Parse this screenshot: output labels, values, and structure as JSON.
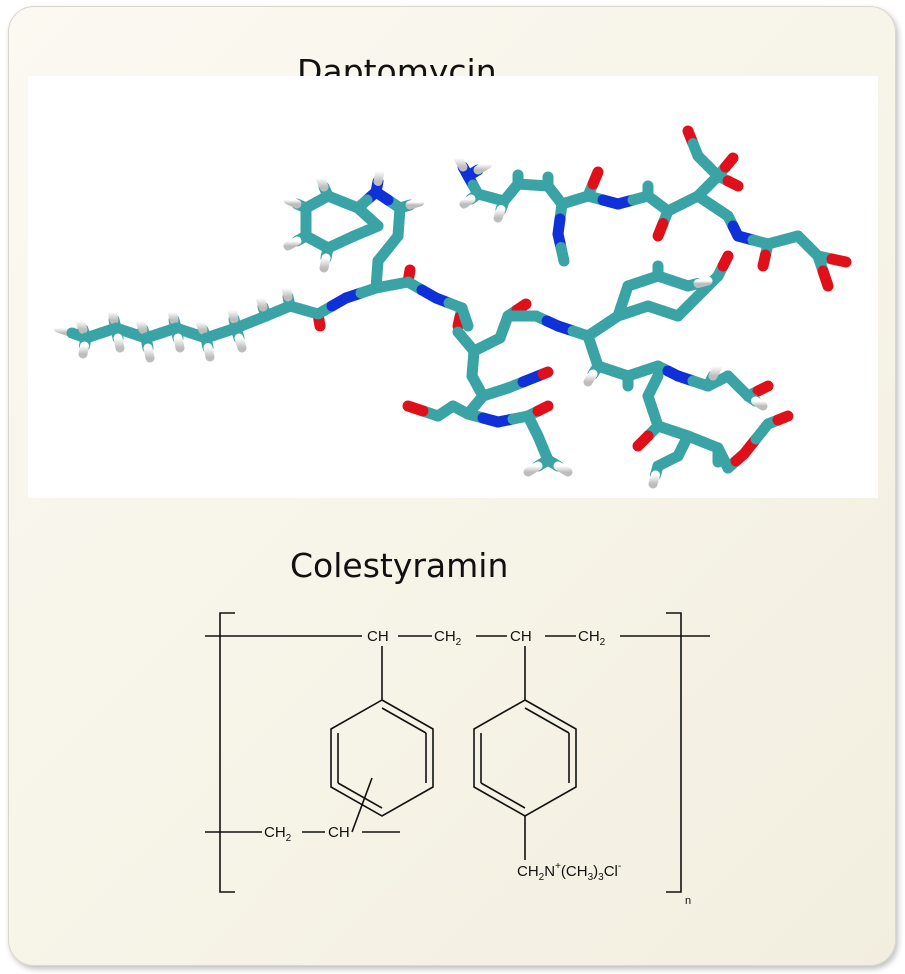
{
  "slide": {
    "title_top": "Daptomycin",
    "title_bottom": "Colestyramin"
  },
  "structure": {
    "ch_a": "CH",
    "ch2_a": "CH2",
    "ch_b": "CH",
    "ch2_b": "CH2",
    "ch2_side_main": "CH",
    "ch2_side_sub": "2",
    "ch_side": "CH",
    "group_ch2": "CH",
    "group_sub2": "2",
    "group_n": "N",
    "group_plus": "+",
    "group_ch3": "(CH",
    "group_sub3": "3",
    "group_close": ")",
    "group_sub3b": "3",
    "group_cl": "Cl",
    "group_minus": "-",
    "repeat_n": "n"
  },
  "colors": {
    "carbon": "#3aa3a6",
    "oxygen": "#e0101a",
    "nitrogen": "#1030d8",
    "hydrogen": "#f4f4f4",
    "background": "#f6f3e7"
  }
}
